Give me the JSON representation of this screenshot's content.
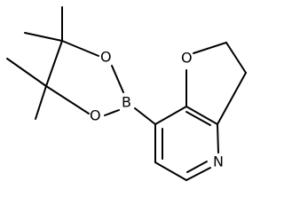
{
  "diagram": {
    "atoms": {
      "boron": "B",
      "oxygen_upper": "O",
      "oxygen_lower": "O",
      "oxygen_furan": "O",
      "nitrogen": "N"
    },
    "colors": {
      "bond": "#000000",
      "label": "#000000",
      "background": "#ffffff"
    }
  }
}
